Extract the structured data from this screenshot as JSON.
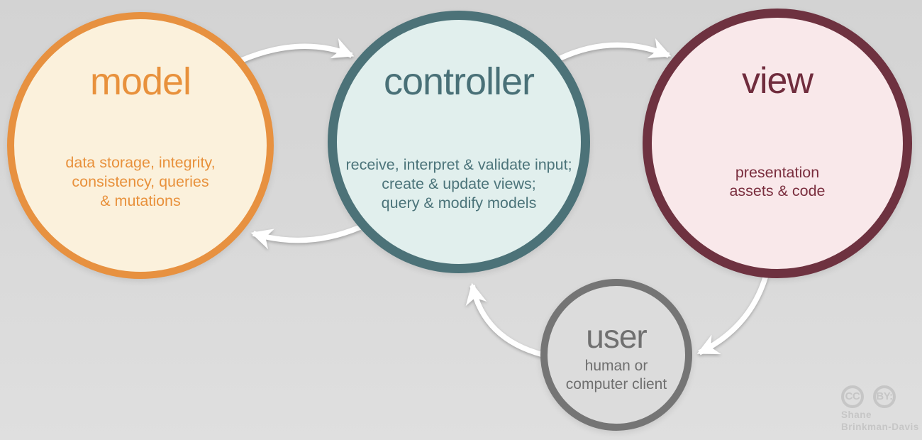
{
  "diagram": {
    "title_semantic": "model-view-controller cycle",
    "nodes": [
      {
        "id": "model",
        "title": "model",
        "body": [
          "data storage, integrity,",
          "consistency, queries",
          "& mutations"
        ],
        "border_color": "#e79140",
        "fill_color": "#fbf1dc",
        "text_color": "#e8913c"
      },
      {
        "id": "controller",
        "title": "controller",
        "body": [
          "receive, interpret & validate input;",
          "create & update views;",
          "query & modify models"
        ],
        "border_color": "#4c7278",
        "fill_color": "#e1efed",
        "text_color": "#4c747a"
      },
      {
        "id": "view",
        "title": "view",
        "body": [
          "presentation",
          "assets & code"
        ],
        "border_color": "#6e3240",
        "fill_color": "#f9e8ea",
        "text_color": "#7a2e3e"
      },
      {
        "id": "user",
        "title": "user",
        "body": [
          "human or",
          "computer client"
        ],
        "border_color": "#757575",
        "fill_color": "#dcdcdc",
        "text_color": "#6f6f6f"
      }
    ],
    "edges": [
      {
        "from": "model",
        "to": "controller"
      },
      {
        "from": "controller",
        "to": "view"
      },
      {
        "from": "view",
        "to": "user"
      },
      {
        "from": "user",
        "to": "controller"
      },
      {
        "from": "controller",
        "to": "model"
      }
    ],
    "arrow_color": "#ffffff",
    "background_color": "#d9d9d9"
  },
  "attribution": {
    "badges": [
      "CC",
      "BY:"
    ],
    "author_line1": "Shane",
    "author_line2": "Brinkman-Davis"
  }
}
